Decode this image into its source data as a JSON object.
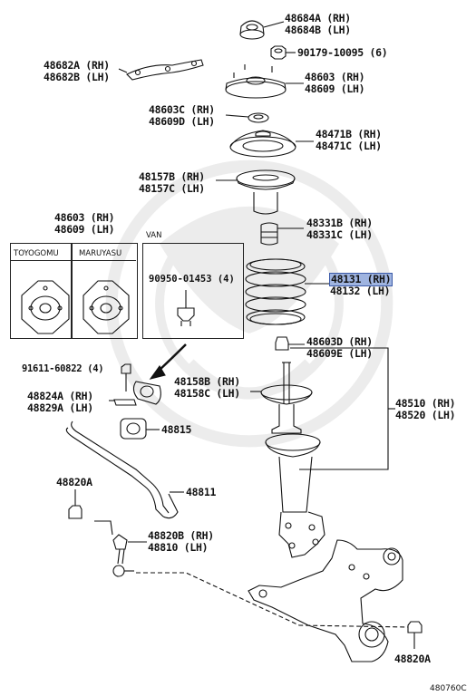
{
  "labels": {
    "p48684": [
      "48684A (RH)",
      "48684B (LH)"
    ],
    "p90179": "90179-10095 (6)",
    "p48682": [
      "48682A (RH)",
      "48682B (LH)"
    ],
    "p48603_top": [
      "48603 (RH)",
      "48609 (LH)"
    ],
    "p48603c": [
      "48603C (RH)",
      "48609D (LH)"
    ],
    "p48471": [
      "48471B (RH)",
      "48471C (LH)"
    ],
    "p48157": [
      "48157B (RH)",
      "48157C (LH)"
    ],
    "p48331": [
      "48331B (RH)",
      "48331C (LH)"
    ],
    "p48603_inset": [
      "48603 (RH)",
      "48609 (LH)"
    ],
    "p48131": [
      "48131 (RH)",
      "48132 (LH)"
    ],
    "p90950": "90950-01453 (4)",
    "p48603d": [
      "48603D (RH)",
      "48609E (LH)"
    ],
    "p91611": "91611-60822 (4)",
    "p48158": [
      "48158B (RH)",
      "48158C (LH)"
    ],
    "p48824": [
      "48824A (RH)",
      "48829A (LH)"
    ],
    "p48510": [
      "48510 (RH)",
      "48520 (LH)"
    ],
    "p48815": "48815",
    "p48820a_top": "48820A",
    "p48811": "48811",
    "p48820b": [
      "48820B (RH)",
      "48810 (LH)"
    ],
    "p48820a_bottom": "48820A",
    "figure_code": "480760C"
  },
  "inset": {
    "toyogomu": "TOYOGOMU",
    "maruyasu": "MARUYASU",
    "van": "VAN"
  },
  "highlight_color": "#9fb4e0"
}
